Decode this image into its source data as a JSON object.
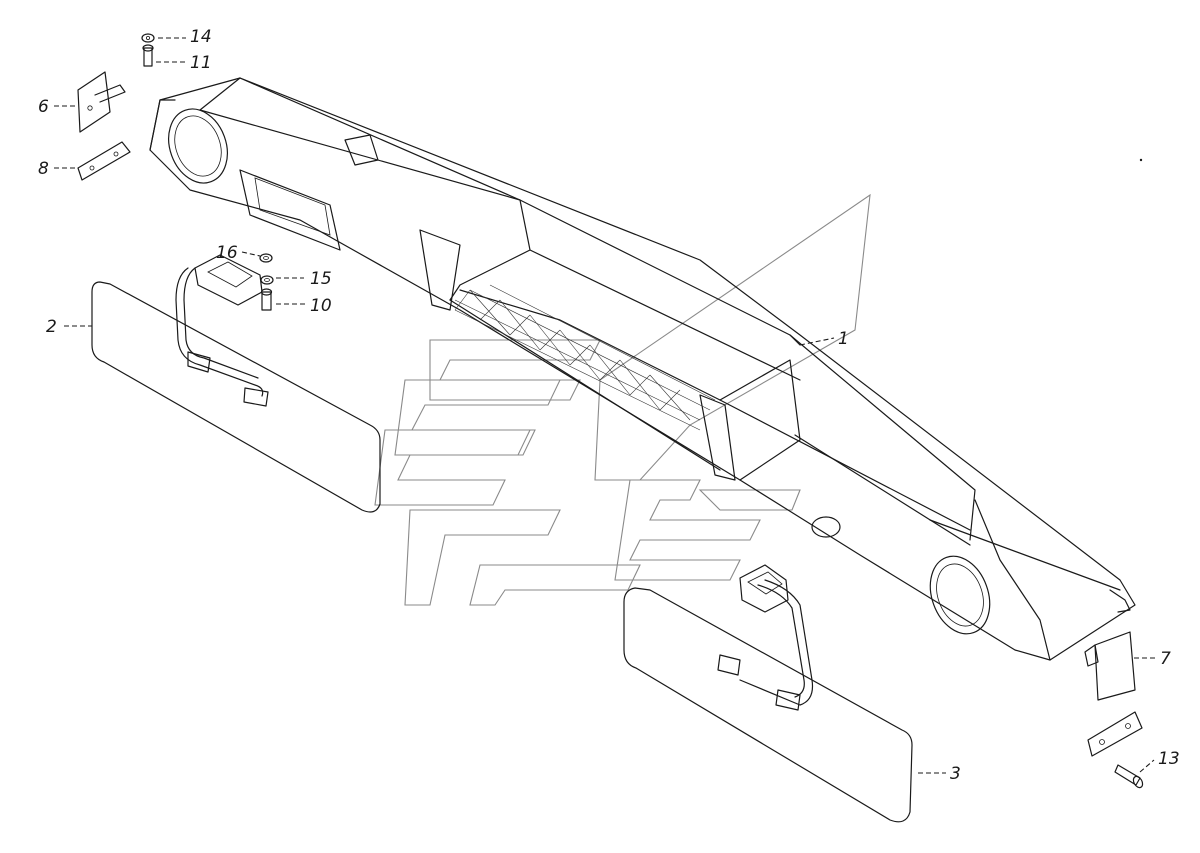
{
  "callouts": {
    "c1": "1",
    "c2": "2",
    "c3": "3",
    "c6": "6",
    "c7": "7",
    "c8": "8",
    "c10": "10",
    "c11": "11",
    "c13": "13",
    "c14": "14",
    "c15": "15",
    "c16": "16"
  }
}
